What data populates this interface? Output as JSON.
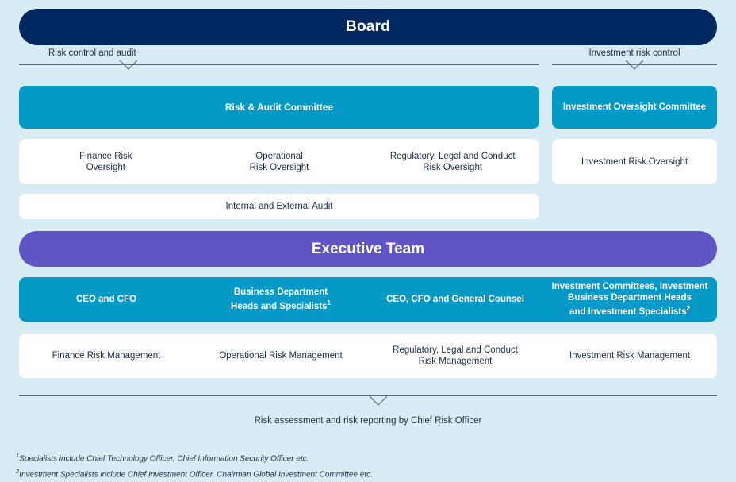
{
  "board": {
    "title": "Board"
  },
  "connectors": {
    "left_label": "Risk control and audit",
    "right_label": "Investment risk control"
  },
  "committees": {
    "risk_audit": "Risk & Audit Committee",
    "investment_oversight": "Investment Oversight Committee"
  },
  "oversight": {
    "left": [
      {
        "line1": "Finance Risk",
        "line2": "Oversight"
      },
      {
        "line1": "Operational",
        "line2": "Risk Oversight"
      },
      {
        "line1": "Regulatory, Legal and Conduct",
        "line2": "Risk Oversight"
      }
    ],
    "right": "Investment Risk Oversight"
  },
  "audit": {
    "label": "Internal and External Audit"
  },
  "executive": {
    "title": "Executive Team",
    "roles": [
      {
        "line1": "CEO and CFO",
        "line2": "",
        "line3": "",
        "marker": ""
      },
      {
        "line1": "Business Department",
        "line2": "Heads and Specialists",
        "line3": "",
        "marker": "1"
      },
      {
        "line1": "CEO, CFO and General Counsel",
        "line2": "",
        "line3": "",
        "marker": ""
      },
      {
        "line1": "Investment Committees, Investment",
        "line2": "Business Department Heads",
        "line3": "and Investment Specialists",
        "marker": "2"
      }
    ],
    "functions": [
      {
        "line1": "Finance Risk Management",
        "line2": ""
      },
      {
        "line1": "Operational Risk Management",
        "line2": ""
      },
      {
        "line1": "Regulatory, Legal and Conduct",
        "line2": "Risk Management"
      },
      {
        "line1": "Investment Risk Management",
        "line2": ""
      }
    ]
  },
  "bottom": {
    "caption": "Risk assessment and risk reporting by Chief Risk Officer"
  },
  "footnotes": [
    {
      "marker": "1",
      "text": "Specialists include Chief Technology Officer, Chief Information Security Officer etc."
    },
    {
      "marker": "2",
      "text": "Investment Specialists include Chief Investment Officer, Chairman Global Investment Committee etc."
    }
  ],
  "colors": {
    "background": "#d7ecf4",
    "board_navy": "#00275f",
    "committee_teal": "#0499c6",
    "executive_purple": "#6055c4",
    "card_white": "#ffffff",
    "text_dark": "#1a2b44",
    "line_gray": "#5b6b84"
  }
}
